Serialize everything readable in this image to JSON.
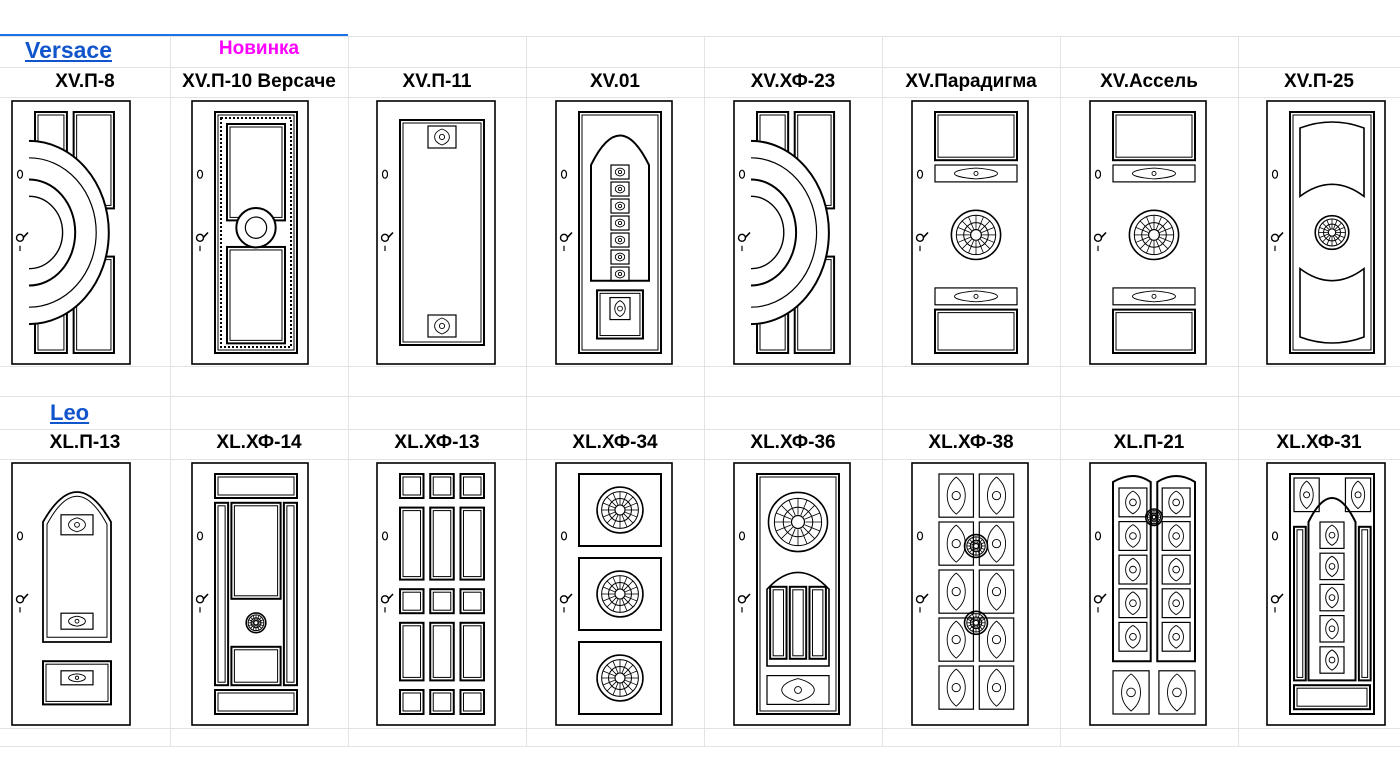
{
  "section1": {
    "title": "Versace",
    "badge": "Новинка",
    "doors": [
      {
        "name": "XV.П-8",
        "style": "arc"
      },
      {
        "name": "XV.П-10 Версаче",
        "style": "circle-frame"
      },
      {
        "name": "XV.П-11",
        "style": "plain-panel"
      },
      {
        "name": "XV.01",
        "style": "arch-ornate"
      },
      {
        "name": "XV.ХФ-23",
        "style": "arc"
      },
      {
        "name": "XV.Парадигма",
        "style": "medallion"
      },
      {
        "name": "XV.Ассель",
        "style": "medallion"
      },
      {
        "name": "XV.П-25",
        "style": "baroque"
      }
    ]
  },
  "section2": {
    "title": "Leo",
    "doors": [
      {
        "name": "XL.П-13",
        "style": "arch-top"
      },
      {
        "name": "XL.ХФ-14",
        "style": "classic-grid"
      },
      {
        "name": "XL.ХФ-13",
        "style": "panels"
      },
      {
        "name": "XL.ХФ-34",
        "style": "three-rosettes"
      },
      {
        "name": "XL.ХФ-36",
        "style": "rosette-arch"
      },
      {
        "name": "XL.ХФ-38",
        "style": "ornate-panels"
      },
      {
        "name": "XL.П-21",
        "style": "double-arch"
      },
      {
        "name": "XL.ХФ-31",
        "style": "center-arch"
      }
    ]
  }
}
